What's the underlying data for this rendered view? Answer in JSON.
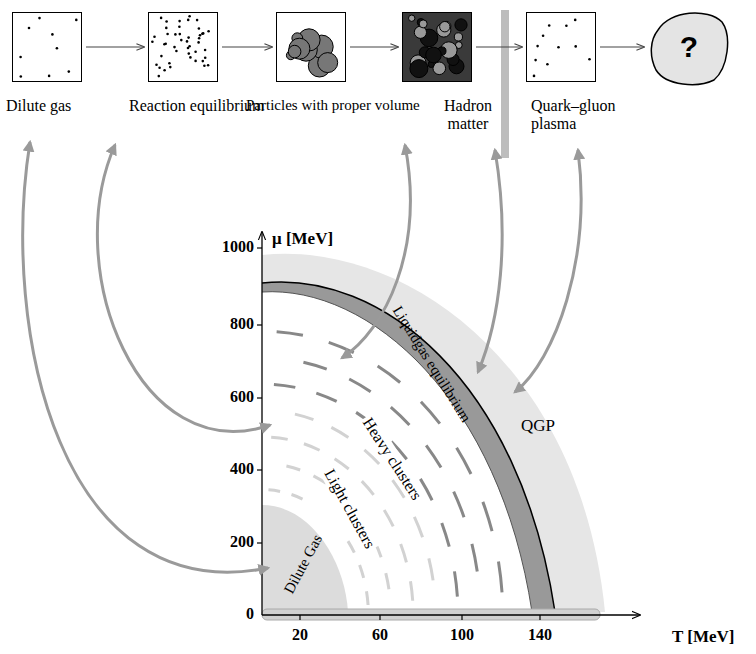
{
  "diagram": {
    "nodes": [
      {
        "text": [
          "Dilute gas"
        ]
      },
      {
        "text": [
          "Reaction equilibrium"
        ]
      },
      {
        "text": [
          "Particles with proper volume"
        ]
      },
      {
        "text": [
          "Hadron matter"
        ]
      },
      {
        "text": [
          "Quark–gluon plasma"
        ]
      },
      {
        "text": [
          "?"
        ]
      },
      {
        "text": [
          "Dilute Gas"
        ]
      },
      {
        "text": [
          "Liquidgas equilibrium"
        ]
      },
      {
        "text": [
          "QGP"
        ]
      }
    ],
    "edges": [
      {
        "from": 0,
        "to": 1,
        "arrow": "to"
      },
      {
        "from": 1,
        "to": 2,
        "arrow": "to"
      },
      {
        "from": 2,
        "to": 3,
        "arrow": "to"
      },
      {
        "from": 3,
        "to": 4,
        "arrow": "to"
      },
      {
        "from": 4,
        "to": 5,
        "arrow": "to"
      }
    ],
    "labels": [
      "μ [MeV]",
      "1000",
      "800",
      "600",
      "400",
      "200",
      "0",
      "20",
      "60",
      "100",
      "140",
      "T [MeV]",
      "Heavy clusters",
      "Light clusters"
    ]
  }
}
